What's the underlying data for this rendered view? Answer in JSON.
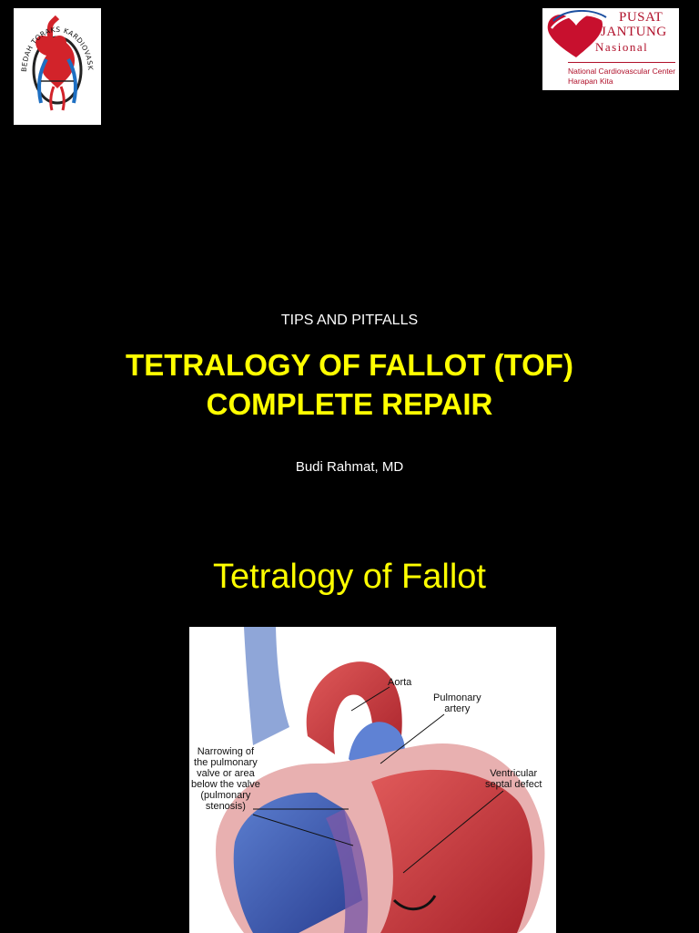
{
  "header": {
    "left_logo": {
      "icon": "heart-vessels-seal-icon",
      "ring_text": "BEDAH TORAKS KARDIOVASKULAR INDONESIA"
    },
    "right_logo": {
      "icon": "red-heart-icon",
      "line1": "PUSAT",
      "line2": "JANTUNG",
      "line3": "Nasional",
      "caption1": "National Cardiovascular Center",
      "caption2": "Harapan Kita"
    }
  },
  "slide1": {
    "subtitle": "TIPS AND PITFALLS",
    "title_line1": "TETRALOGY OF FALLOT (TOF)",
    "title_line2": "COMPLETE REPAIR",
    "author": "Budi Rahmat, MD"
  },
  "slide2": {
    "title": "Tetralogy of Fallot",
    "figure": {
      "labels": {
        "aorta": "Aorta",
        "pulmonary_artery_1": "Pulmonary",
        "pulmonary_artery_2": "artery",
        "narrowing": [
          "Narrowing of",
          "the pulmonary",
          "valve or area",
          "below the valve",
          "(pulmonary",
          "stenosis)"
        ],
        "vsd_1": "Ventricular",
        "vsd_2": "septal defect"
      }
    }
  },
  "colors": {
    "background": "#000000",
    "title_yellow": "#ffff00",
    "brand_red": "#b0102a"
  }
}
